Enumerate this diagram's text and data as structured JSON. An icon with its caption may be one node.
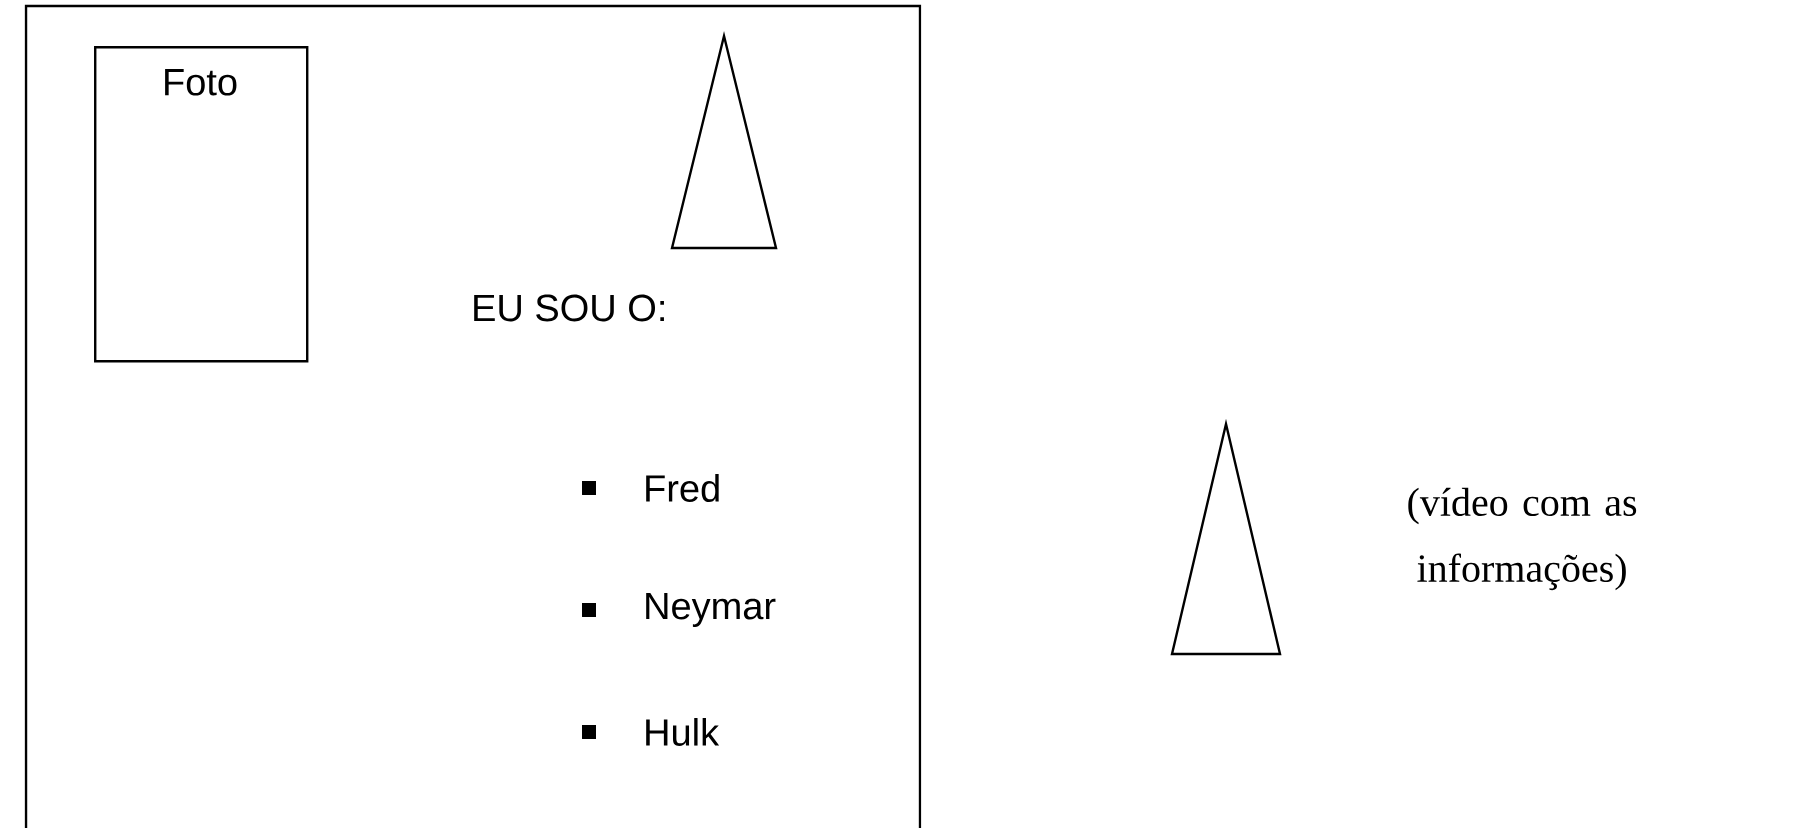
{
  "diagram": {
    "nodes": [
      {
        "text": [],
        "shape": "box"
      },
      {
        "text": [
          "Foto"
        ],
        "in": 0
      },
      {
        "text": [],
        "shape": "triangle",
        "in": 0
      },
      {
        "text": [],
        "shape": "triangle",
        "beside": [
          "(vídeo com as informações)"
        ]
      }
    ],
    "edges": [],
    "labels": [
      "EU SOU O:",
      "Fred",
      "Neymar",
      "Hulk"
    ]
  }
}
